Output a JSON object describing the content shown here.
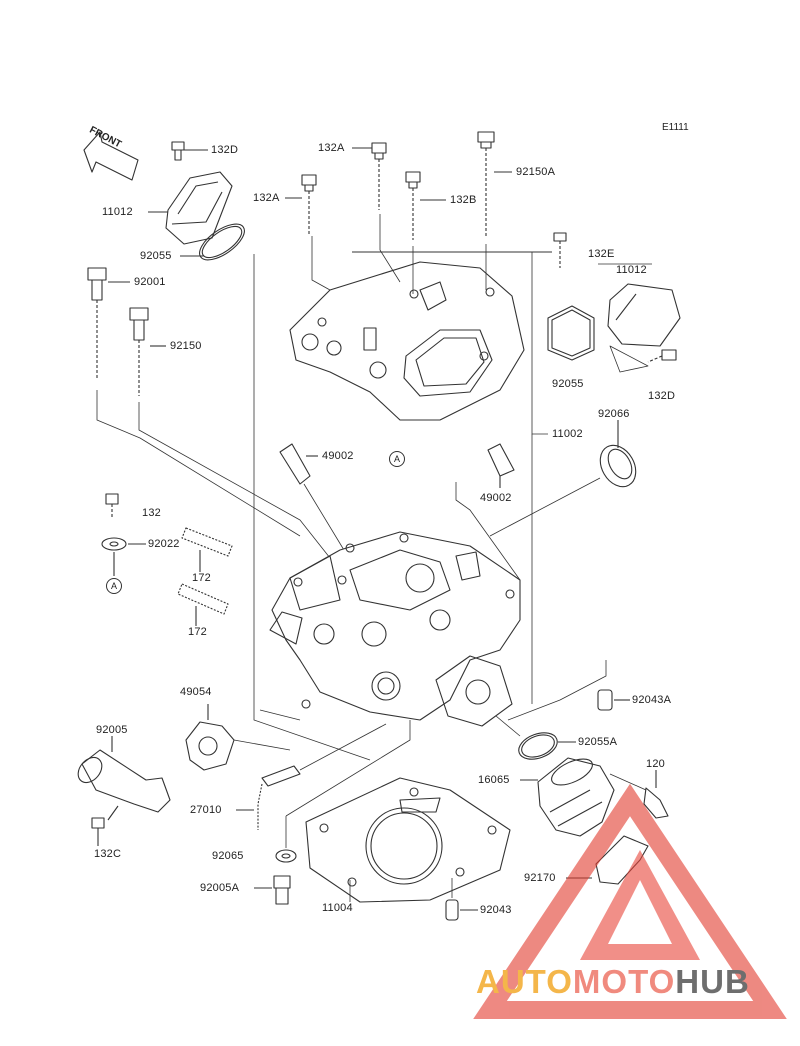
{
  "figure_code": "E1111",
  "direction_label": "FRONT",
  "callouts": {
    "c132D_top": "132D",
    "c11012_left": "11012",
    "c92055_left": "92055",
    "c132A_top": "132A",
    "c132A_left": "132A",
    "c132B": "132B",
    "c92150A": "92150A",
    "c132E": "132E",
    "c11012_right": "11012",
    "c92055_right": "92055",
    "c132D_right": "132D",
    "c92001": "92001",
    "c92150": "92150",
    "c11002": "11002",
    "c92066": "92066",
    "c49002_left": "49002",
    "c49002_right": "49002",
    "c132": "132",
    "c92022": "92022",
    "c172_a": "172",
    "c172_b": "172",
    "c49054": "49054",
    "c92043A": "92043A",
    "c92005": "92005",
    "c92055A": "92055A",
    "c16065": "16065",
    "c120": "120",
    "c27010": "27010",
    "c132C": "132C",
    "c92065": "92065",
    "c92170": "92170",
    "c92005A": "92005A",
    "c11004": "11004",
    "c92043": "92043"
  },
  "reference_marks": {
    "ref_a_top": "A",
    "ref_a_left": "A"
  },
  "watermark": {
    "part1": "AUTO",
    "part2": "MOTO",
    "part3": "HUB"
  },
  "colors": {
    "line": "#333333",
    "watermark_triangle": "#e23b2e",
    "watermark_orange": "#f4b64a",
    "watermark_gray": "#6e6e6e"
  }
}
